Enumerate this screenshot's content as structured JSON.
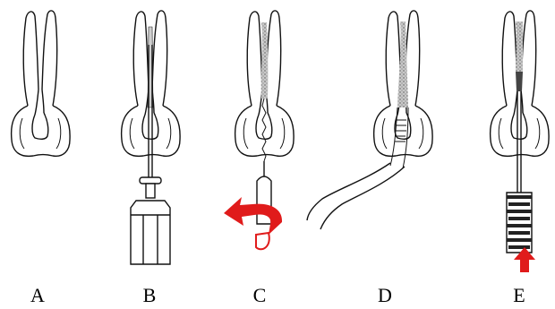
{
  "panels": [
    {
      "label": "A"
    },
    {
      "label": "B"
    },
    {
      "label": "C"
    },
    {
      "label": "D"
    },
    {
      "label": "E"
    }
  ],
  "colors": {
    "line": "#111111",
    "filling": "#b8b8b8",
    "arrow": "#e01b1b"
  }
}
